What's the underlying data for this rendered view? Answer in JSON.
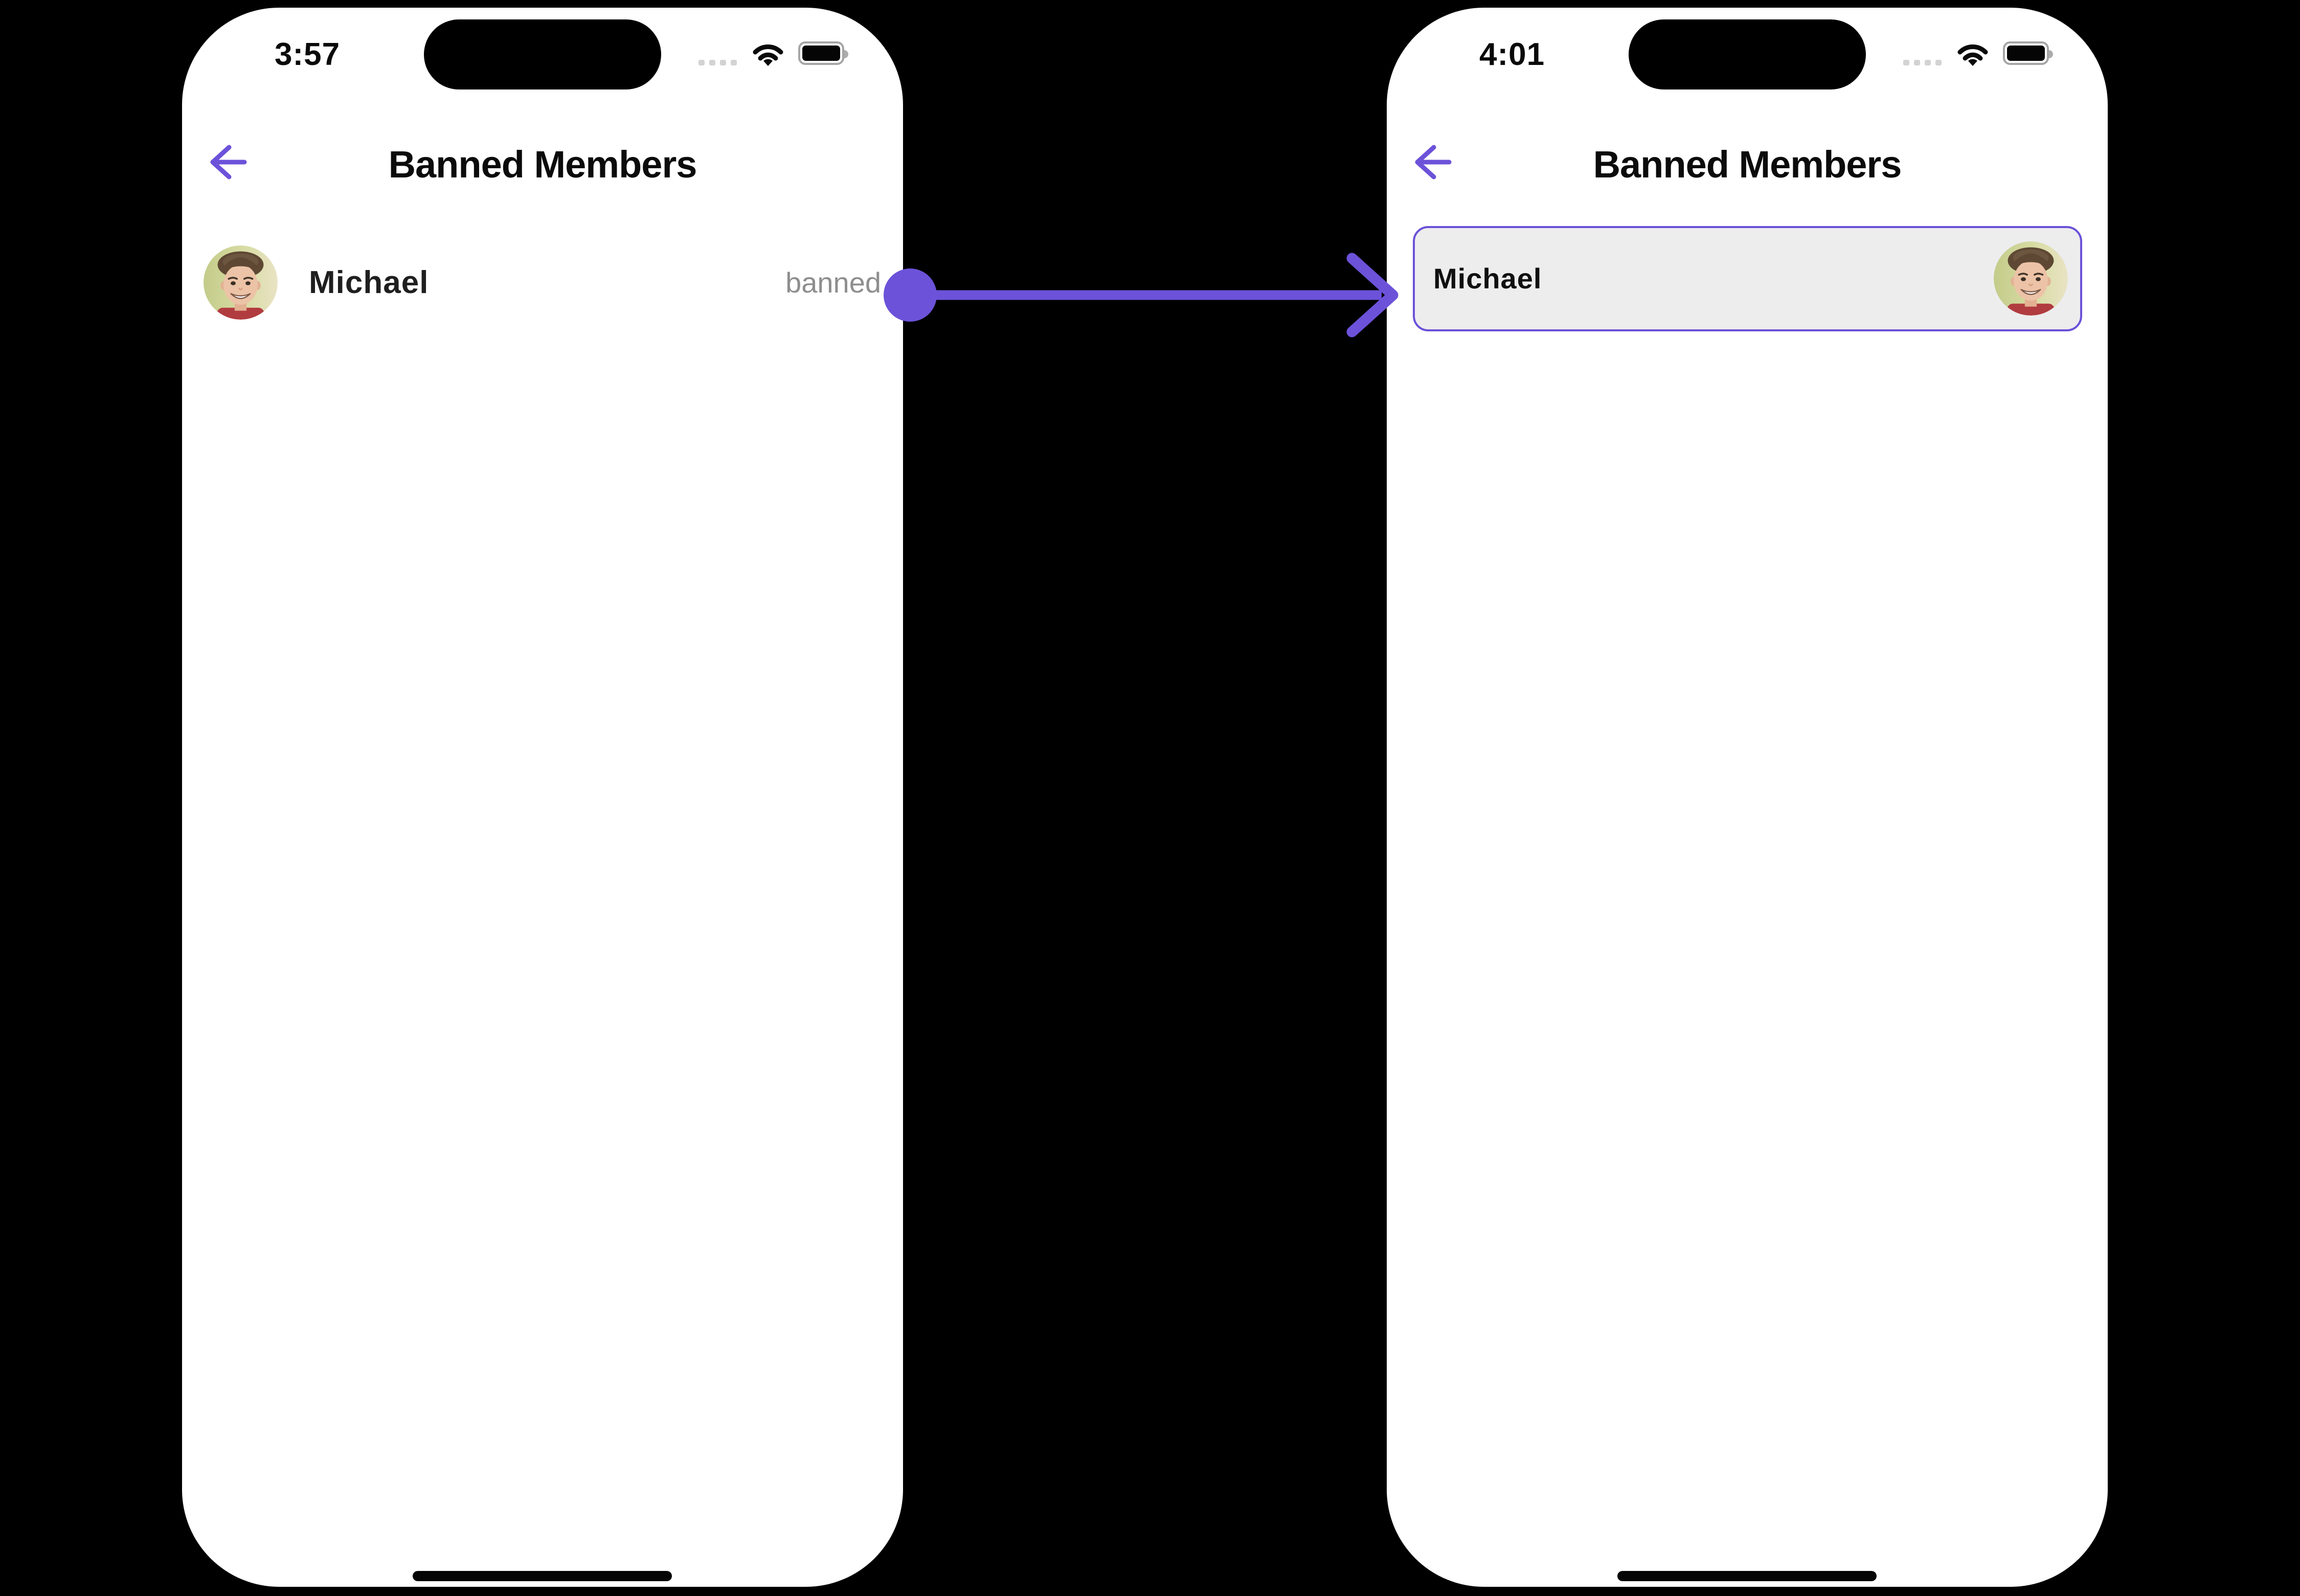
{
  "left_phone": {
    "status_bar": {
      "time": "3:57",
      "cellular_icon": "cellular-dots-icon",
      "wifi_icon": "wifi-icon",
      "battery_icon": "battery-icon"
    },
    "header": {
      "back_icon": "arrow-left-icon",
      "title": "Banned Members"
    },
    "members": [
      {
        "name": "Michael",
        "status": "banned",
        "avatar": "michael-portrait"
      }
    ]
  },
  "right_phone": {
    "status_bar": {
      "time": "4:01",
      "cellular_icon": "cellular-dots-icon",
      "wifi_icon": "wifi-icon",
      "battery_icon": "battery-icon"
    },
    "header": {
      "back_icon": "arrow-left-icon",
      "title": "Banned Members"
    },
    "members": [
      {
        "name": "Michael",
        "avatar": "michael-portrait"
      }
    ]
  },
  "annotation": {
    "arrow_icon": "flow-arrow-left-to-right"
  },
  "colors": {
    "accent_purple": "#6C52D9",
    "card_border": "#6B51D8",
    "card_background": "#EDEDEE",
    "status_text_gray": "#8E8E8E",
    "background": "#000000"
  }
}
